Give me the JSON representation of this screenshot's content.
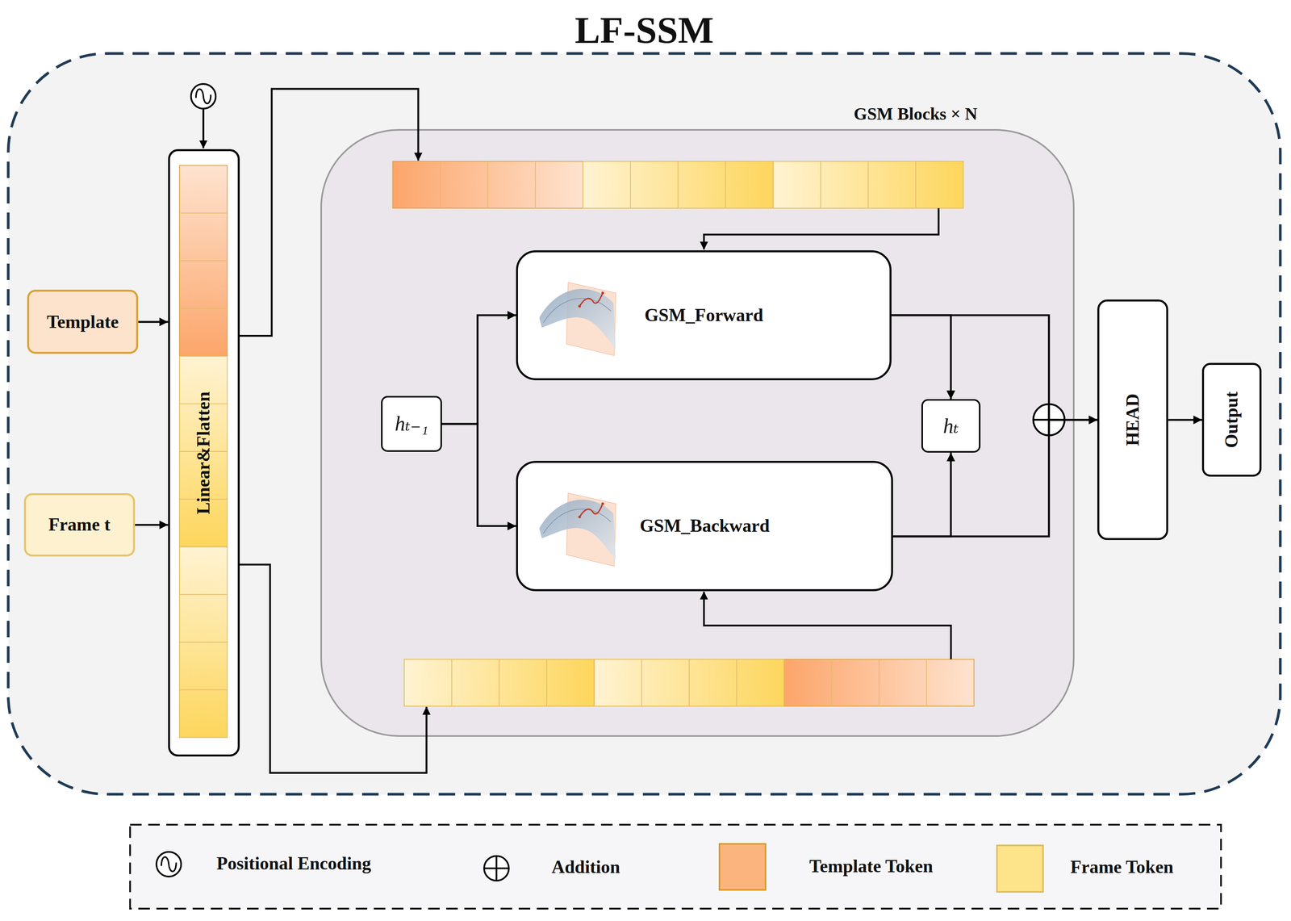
{
  "diagram": {
    "nodes": [
      {
        "text": [
          "LF-SSM"
        ]
      },
      {
        "text": [
          "Template"
        ],
        "in": 0
      },
      {
        "text": [
          "Frame t"
        ],
        "in": 0
      },
      {
        "text": [
          "Linear&Flatten"
        ],
        "in": 0
      },
      {
        "text": [
          "GSM Blocks × N"
        ],
        "in": 0
      },
      {
        "text": [
          "GSM_Forward"
        ],
        "in": 4
      },
      {
        "text": [
          "hₜ₋₁"
        ],
        "in": 4
      },
      {
        "text": [
          "hₜ"
        ],
        "in": 4
      },
      {
        "text": [
          "GSM_Backward"
        ],
        "in": 4
      },
      {
        "text": [
          "HEAD"
        ],
        "in": 0
      },
      {
        "text": [
          "Output"
        ],
        "in": 0
      }
    ],
    "edges": [
      {
        "from": 1,
        "to": 3,
        "arrow": "to"
      },
      {
        "from": 2,
        "to": 3,
        "arrow": "to"
      },
      {
        "from": 6,
        "to": 5,
        "arrow": "to"
      },
      {
        "from": 6,
        "to": 8,
        "arrow": "to"
      },
      {
        "from": 5,
        "to": 7,
        "arrow": "to"
      },
      {
        "from": 8,
        "to": 7,
        "arrow": "to"
      },
      {
        "from": 5,
        "to": 9,
        "arrow": "to"
      },
      {
        "from": 8,
        "to": 9,
        "arrow": "to"
      },
      {
        "from": 9,
        "to": 10,
        "arrow": "to"
      }
    ],
    "legend": [
      {
        "text": "Positional Encoding"
      },
      {
        "text": "Addition"
      },
      {
        "text": "Template Token",
        "color": "#fcb47e"
      },
      {
        "text": "Frame Token",
        "color": "#fde38a"
      }
    ]
  }
}
